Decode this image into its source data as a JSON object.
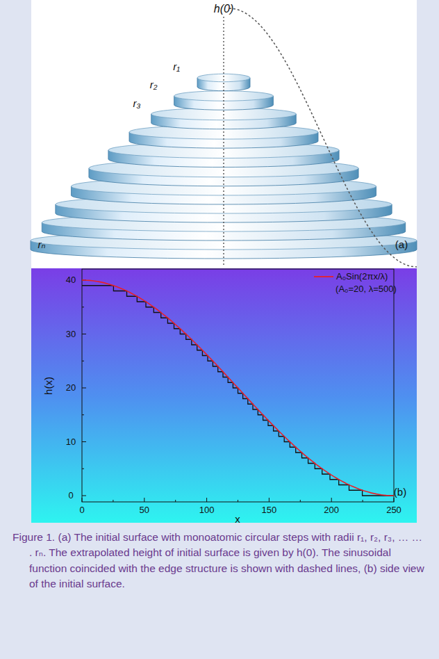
{
  "diagram": {
    "caption": "Figure 1. (a) The initial surface with monoatomic circular steps with radii r₁, r₂, r₃, … … . rₙ. The extrapolated height of initial surface is given by h(0). The sinusoidal function coincided with the edge structure is shown with dashed lines, (b) side view of the initial surface.",
    "labels": [
      "h(0)",
      "r₁",
      "r₂",
      "r₃",
      "rₙ",
      "(a)",
      "0",
      "10",
      "20",
      "30",
      "40",
      "h(x)",
      "0",
      "50",
      "100",
      "150",
      "200",
      "250",
      "x",
      "(A₀=20, λ=500)",
      "(b)"
    ],
    "legend": [
      {
        "text": "A₀Sin(2πx/λ)"
      }
    ]
  }
}
